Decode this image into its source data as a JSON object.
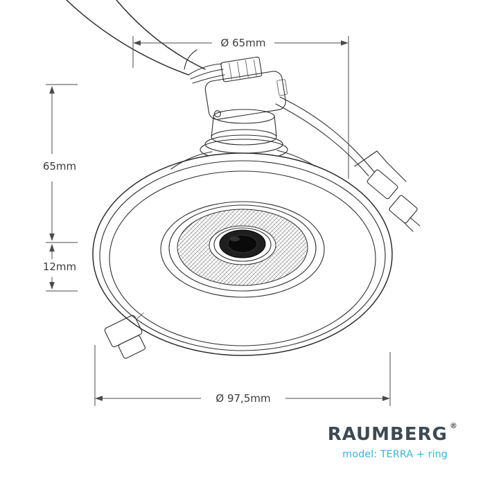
{
  "drawing": {
    "dimensions": {
      "top_diameter": "Ø 65mm",
      "height": "65mm",
      "trim_height": "12mm",
      "bottom_diameter": "Ø 97,5mm"
    }
  },
  "brand": {
    "name": "RAUMBERG",
    "registered_mark": "®",
    "model_line": "model: TERRA + ring"
  },
  "colors": {
    "background": "#ffffff",
    "line": "#2d2d2d",
    "dimension_text": "#3c3c3c",
    "brand_text": "#3e4a52",
    "model_text": "#3ab5d0"
  }
}
